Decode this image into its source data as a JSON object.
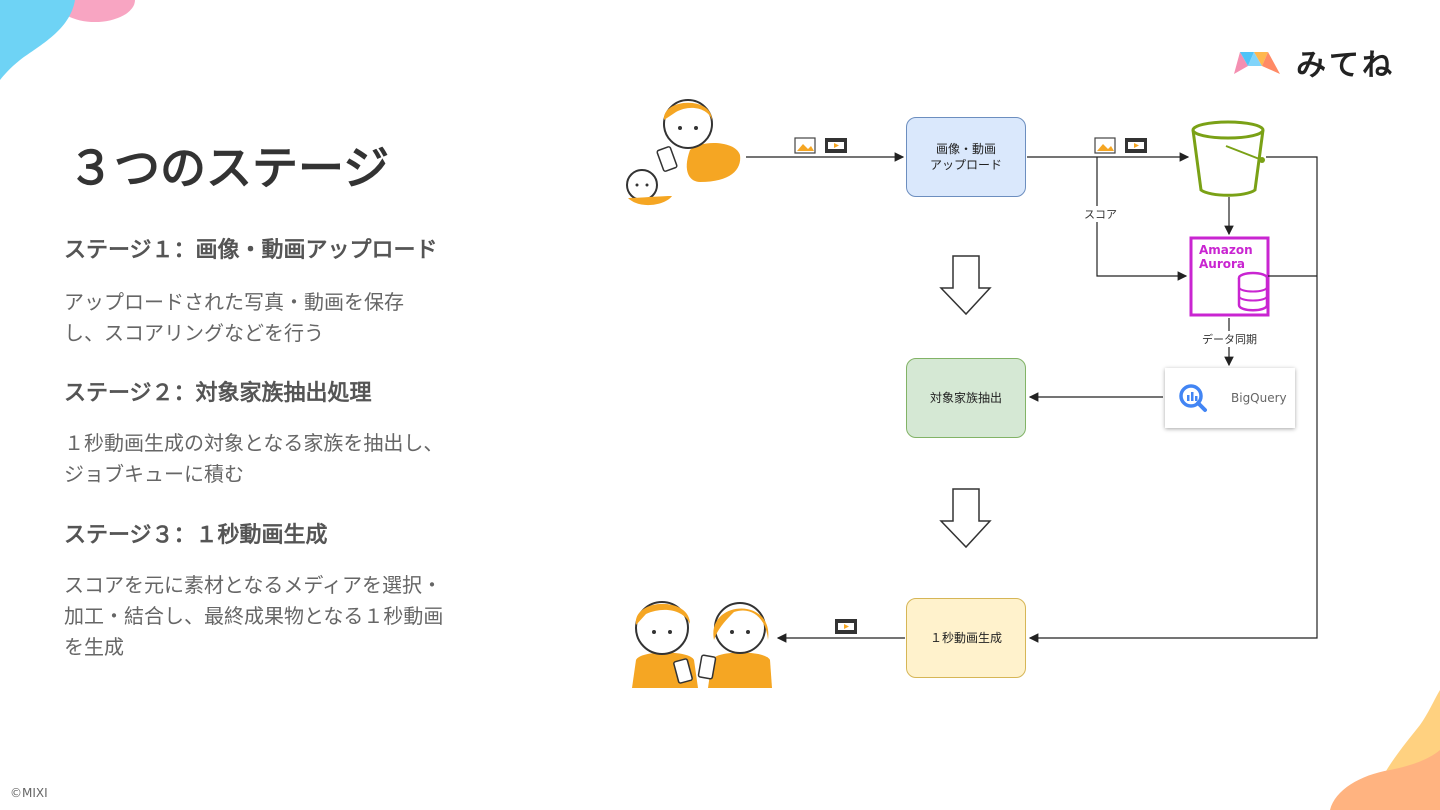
{
  "brand": {
    "logo_text": "みてね",
    "colors": {
      "pink": "#f48fb1",
      "blue": "#4fc3f7",
      "orange": "#ffb74d"
    }
  },
  "page": {
    "title": "３つのステージ",
    "copyright": "©MIXI"
  },
  "stages": [
    {
      "heading": "ステージ１：画像・動画アップロード",
      "description": "アップロードされた写真・動画を保存\nし、スコアリングなどを行う"
    },
    {
      "heading": "ステージ２：対象家族抽出処理",
      "description": "１秒動画生成の対象となる家族を抽出し、\nジョブキューに積む"
    },
    {
      "heading": "ステージ３：１秒動画生成",
      "description": "スコアを元に素材となるメディアを選択・\n加工・結合し、最終成果物となる１秒動画\nを生成"
    }
  ],
  "diagram": {
    "nodes": {
      "upload": "画像・動画\nアップロード",
      "extract": "対象家族抽出",
      "generate": "１秒動画生成",
      "aurora": "Amazon\nAurora",
      "bigquery": "BigQuery"
    },
    "edge_labels": {
      "score": "スコア",
      "data_sync": "データ同期"
    },
    "icons": [
      "parent-baby-illustration",
      "image-icon",
      "video-icon",
      "s3-bucket-icon",
      "aurora-database-icon",
      "bigquery-icon",
      "down-arrow-icon",
      "parents-with-phones-illustration"
    ]
  }
}
